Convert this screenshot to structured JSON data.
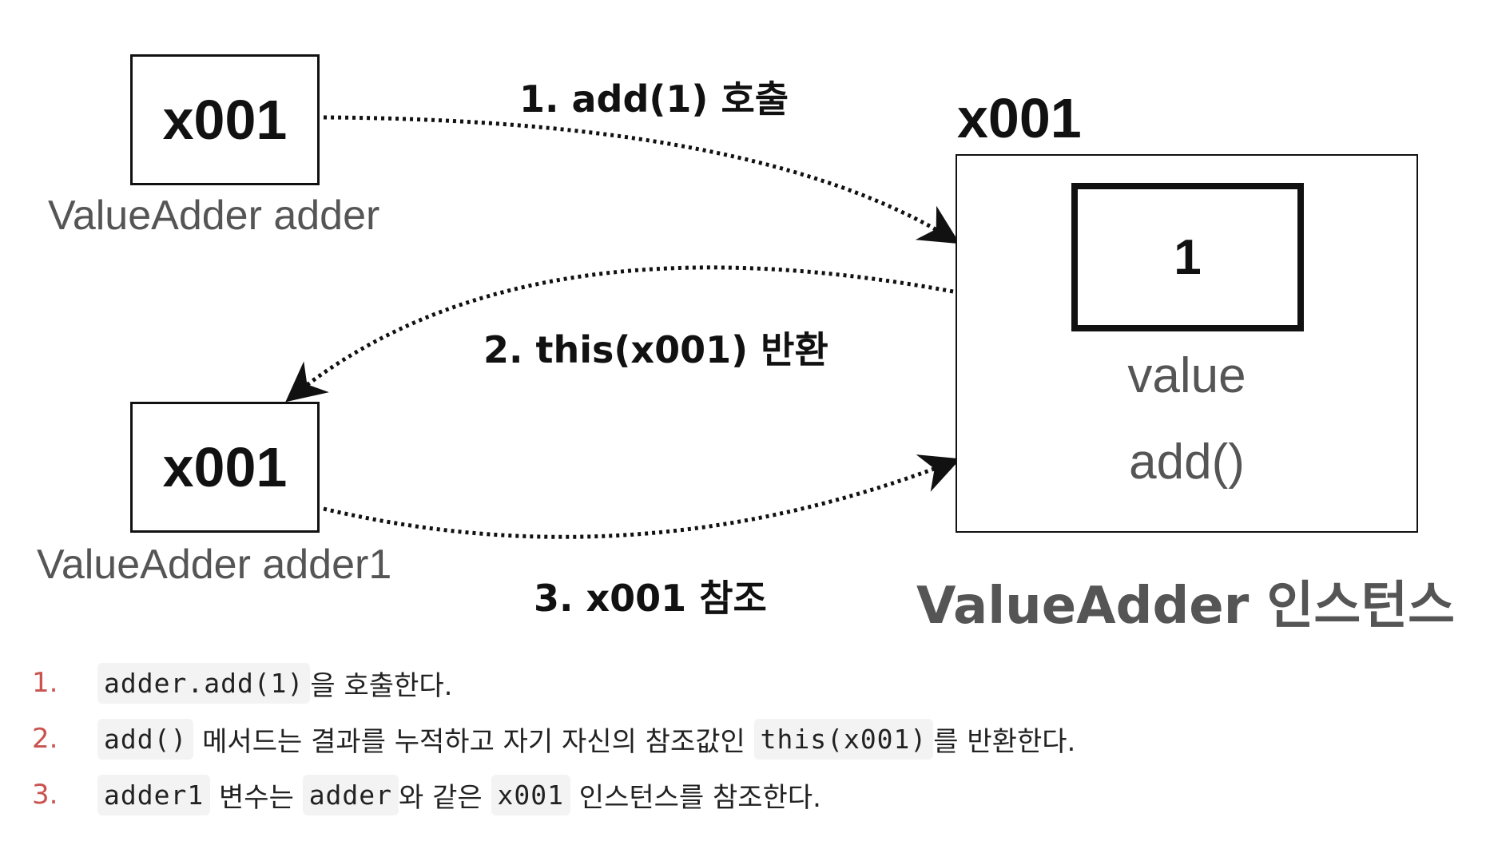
{
  "diagram": {
    "ref_top": {
      "value": "x001",
      "label": "ValueAdder adder"
    },
    "ref_bottom": {
      "value": "x001",
      "label": "ValueAdder adder1"
    },
    "arrows": {
      "call": "1. add(1) 호출",
      "return": "2. this(x001) 반환",
      "reference": "3. x001 참조"
    },
    "instance": {
      "address": "x001",
      "field_value": "1",
      "field_name": "value",
      "method_name": "add()",
      "caption": "ValueAdder 인스턴스"
    }
  },
  "notes": [
    {
      "num": "1.",
      "parts": [
        {
          "code": "adder.add(1)"
        },
        {
          "text": "을 호출한다."
        }
      ]
    },
    {
      "num": "2.",
      "parts": [
        {
          "code": "add()"
        },
        {
          "text": " 메서드는 결과를 누적하고 자기 자신의 참조값인 "
        },
        {
          "code": "this(x001)"
        },
        {
          "text": "를 반환한다."
        }
      ]
    },
    {
      "num": "3.",
      "parts": [
        {
          "code": "adder1"
        },
        {
          "text": " 변수는 "
        },
        {
          "code": "adder"
        },
        {
          "text": "와 같은 "
        },
        {
          "code": "x001"
        },
        {
          "text": " 인스턴스를 참조한다."
        }
      ]
    }
  ]
}
